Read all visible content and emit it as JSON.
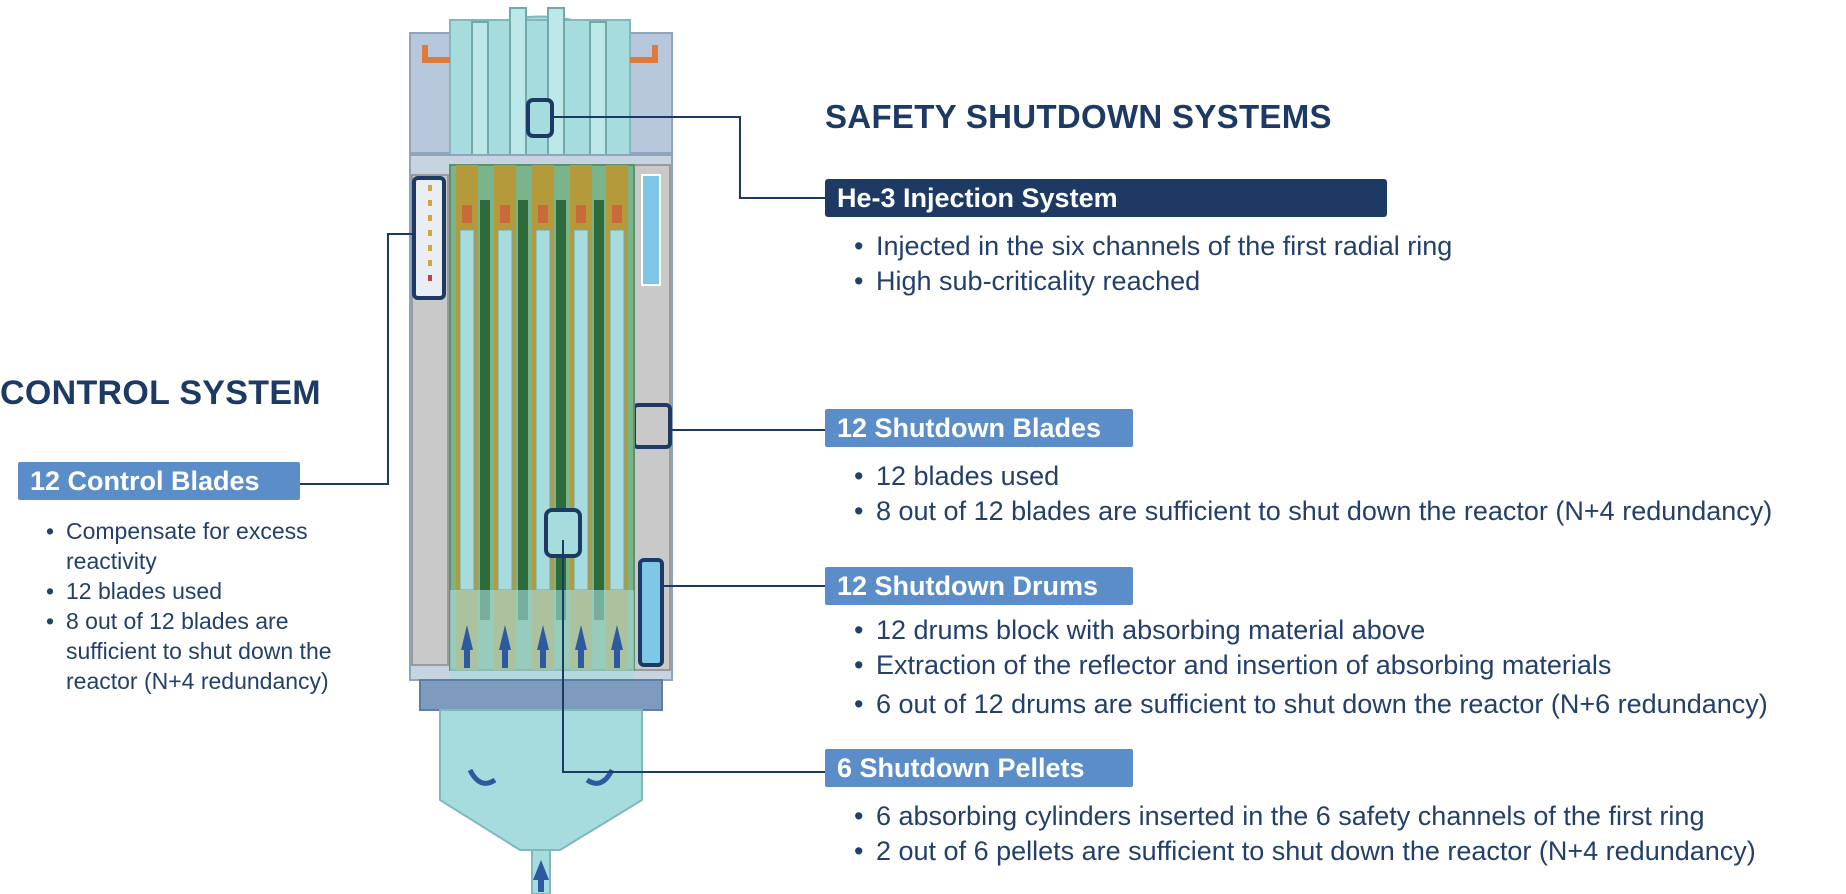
{
  "safety": {
    "title": "SAFETY SHUTDOWN SYSTEMS",
    "sections": [
      {
        "label": "He-3 Injection System",
        "bullets": [
          "Injected in the six channels of the first radial ring",
          "High sub-criticality reached"
        ]
      },
      {
        "label": "12 Shutdown Blades",
        "bullets": [
          "12 blades used",
          "8 out of 12 blades are sufficient to shut down the reactor (N+4 redundancy)"
        ]
      },
      {
        "label": "12 Shutdown Drums",
        "bullets": [
          "12 drums block with absorbing material above",
          "Extraction of the reflector and insertion of absorbing materials",
          "6 out of 12 drums are sufficient to shut down the reactor (N+6 redundancy)"
        ]
      },
      {
        "label": "6 Shutdown Pellets",
        "bullets": [
          "6 absorbing cylinders inserted in the 6 safety channels of the first ring",
          "2 out of 6 pellets are sufficient to shut down the reactor (N+4 redundancy)"
        ]
      }
    ]
  },
  "control": {
    "title": "CONTROL SYSTEM",
    "label": "12 Control Blades",
    "bullets": [
      "Compensate for excess reactivity",
      "12 blades used",
      "8 out of 12 blades are sufficient to shut down the reactor (N+4 redundancy)"
    ]
  },
  "colors": {
    "dark_label": "#1c3a63",
    "light_label": "#5b8ec9",
    "text": "#233f6b",
    "reactor_fill": "#a6dcdd",
    "rod_green": "#2e6b3c",
    "fuel_tan": "#b59a3c",
    "flow_arrow": "#2c5aa0",
    "outlet_arrow": "#e07a3a"
  }
}
